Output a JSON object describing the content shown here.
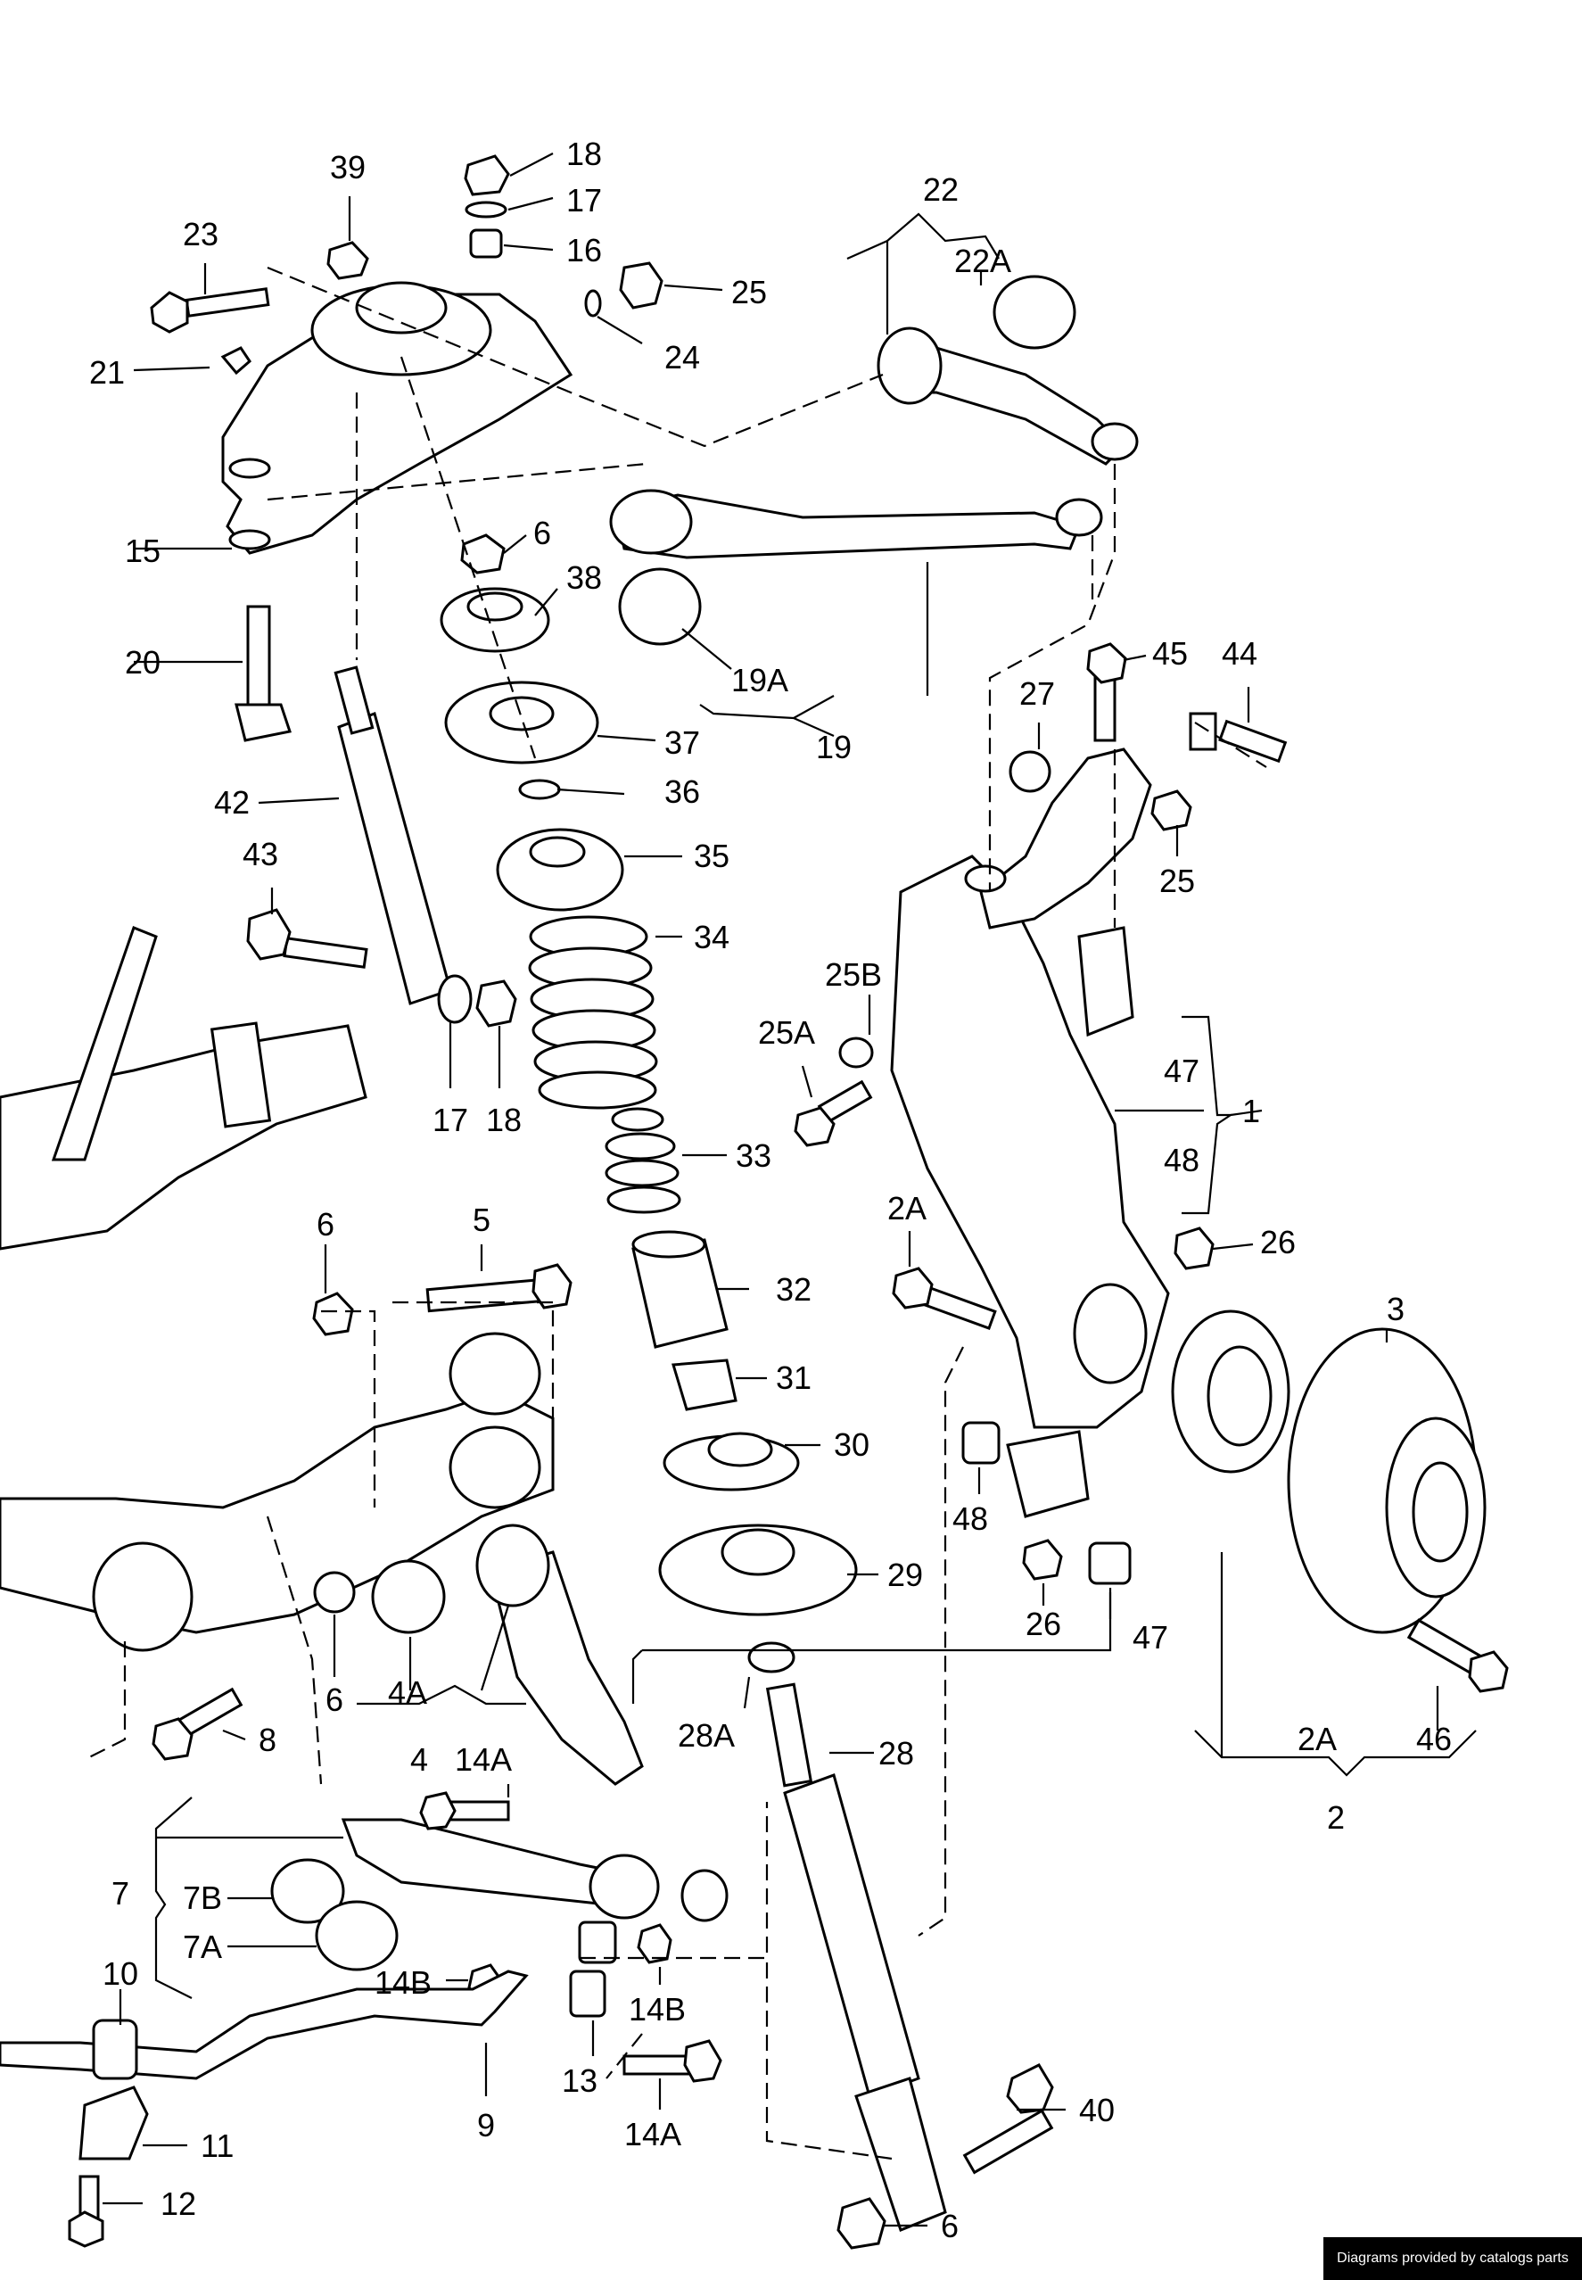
{
  "callouts": [
    {
      "id": "c-18-top",
      "text": "18"
    },
    {
      "id": "c-39",
      "text": "39"
    },
    {
      "id": "c-17-top",
      "text": "17"
    },
    {
      "id": "c-16",
      "text": "16"
    },
    {
      "id": "c-23",
      "text": "23"
    },
    {
      "id": "c-25-top",
      "text": "25"
    },
    {
      "id": "c-24",
      "text": "24"
    },
    {
      "id": "c-21",
      "text": "21"
    },
    {
      "id": "c-22",
      "text": "22"
    },
    {
      "id": "c-22a",
      "text": "22A"
    },
    {
      "id": "c-15",
      "text": "15"
    },
    {
      "id": "c-6-a",
      "text": "6"
    },
    {
      "id": "c-38",
      "text": "38"
    },
    {
      "id": "c-20",
      "text": "20"
    },
    {
      "id": "c-19a",
      "text": "19A"
    },
    {
      "id": "c-19",
      "text": "19"
    },
    {
      "id": "c-37",
      "text": "37"
    },
    {
      "id": "c-45",
      "text": "45"
    },
    {
      "id": "c-44",
      "text": "44"
    },
    {
      "id": "c-27",
      "text": "27"
    },
    {
      "id": "c-36",
      "text": "36"
    },
    {
      "id": "c-42",
      "text": "42"
    },
    {
      "id": "c-43",
      "text": "43"
    },
    {
      "id": "c-35",
      "text": "35"
    },
    {
      "id": "c-25-mid",
      "text": "25"
    },
    {
      "id": "c-34",
      "text": "34"
    },
    {
      "id": "c-25b",
      "text": "25B"
    },
    {
      "id": "c-25a",
      "text": "25A"
    },
    {
      "id": "c-47-a",
      "text": "47"
    },
    {
      "id": "c-1",
      "text": "1"
    },
    {
      "id": "c-48-a",
      "text": "48"
    },
    {
      "id": "c-17-mid",
      "text": "17"
    },
    {
      "id": "c-18-mid",
      "text": "18"
    },
    {
      "id": "c-33",
      "text": "33"
    },
    {
      "id": "c-2a-a",
      "text": "2A"
    },
    {
      "id": "c-5",
      "text": "5"
    },
    {
      "id": "c-6-b",
      "text": "6"
    },
    {
      "id": "c-26-a",
      "text": "26"
    },
    {
      "id": "c-32",
      "text": "32"
    },
    {
      "id": "c-3",
      "text": "3"
    },
    {
      "id": "c-31",
      "text": "31"
    },
    {
      "id": "c-30",
      "text": "30"
    },
    {
      "id": "c-48-b",
      "text": "48"
    },
    {
      "id": "c-29",
      "text": "29"
    },
    {
      "id": "c-26-b",
      "text": "26"
    },
    {
      "id": "c-47-b",
      "text": "47"
    },
    {
      "id": "c-6-c",
      "text": "6"
    },
    {
      "id": "c-4a",
      "text": "4A"
    },
    {
      "id": "c-28a",
      "text": "28A"
    },
    {
      "id": "c-8",
      "text": "8"
    },
    {
      "id": "c-4",
      "text": "4"
    },
    {
      "id": "c-14a-a",
      "text": "14A"
    },
    {
      "id": "c-28",
      "text": "28"
    },
    {
      "id": "c-2a-b",
      "text": "2A"
    },
    {
      "id": "c-46",
      "text": "46"
    },
    {
      "id": "c-2",
      "text": "2"
    },
    {
      "id": "c-7",
      "text": "7"
    },
    {
      "id": "c-7b",
      "text": "7B"
    },
    {
      "id": "c-7a",
      "text": "7A"
    },
    {
      "id": "c-10",
      "text": "10"
    },
    {
      "id": "c-14b-a",
      "text": "14B"
    },
    {
      "id": "c-14b-b",
      "text": "14B"
    },
    {
      "id": "c-13",
      "text": "13"
    },
    {
      "id": "c-9",
      "text": "9"
    },
    {
      "id": "c-14a-b",
      "text": "14A"
    },
    {
      "id": "c-40",
      "text": "40"
    },
    {
      "id": "c-11",
      "text": "11"
    },
    {
      "id": "c-12",
      "text": "12"
    },
    {
      "id": "c-6-d",
      "text": "6"
    }
  ],
  "credit": "Diagrams provided by catalogs parts"
}
